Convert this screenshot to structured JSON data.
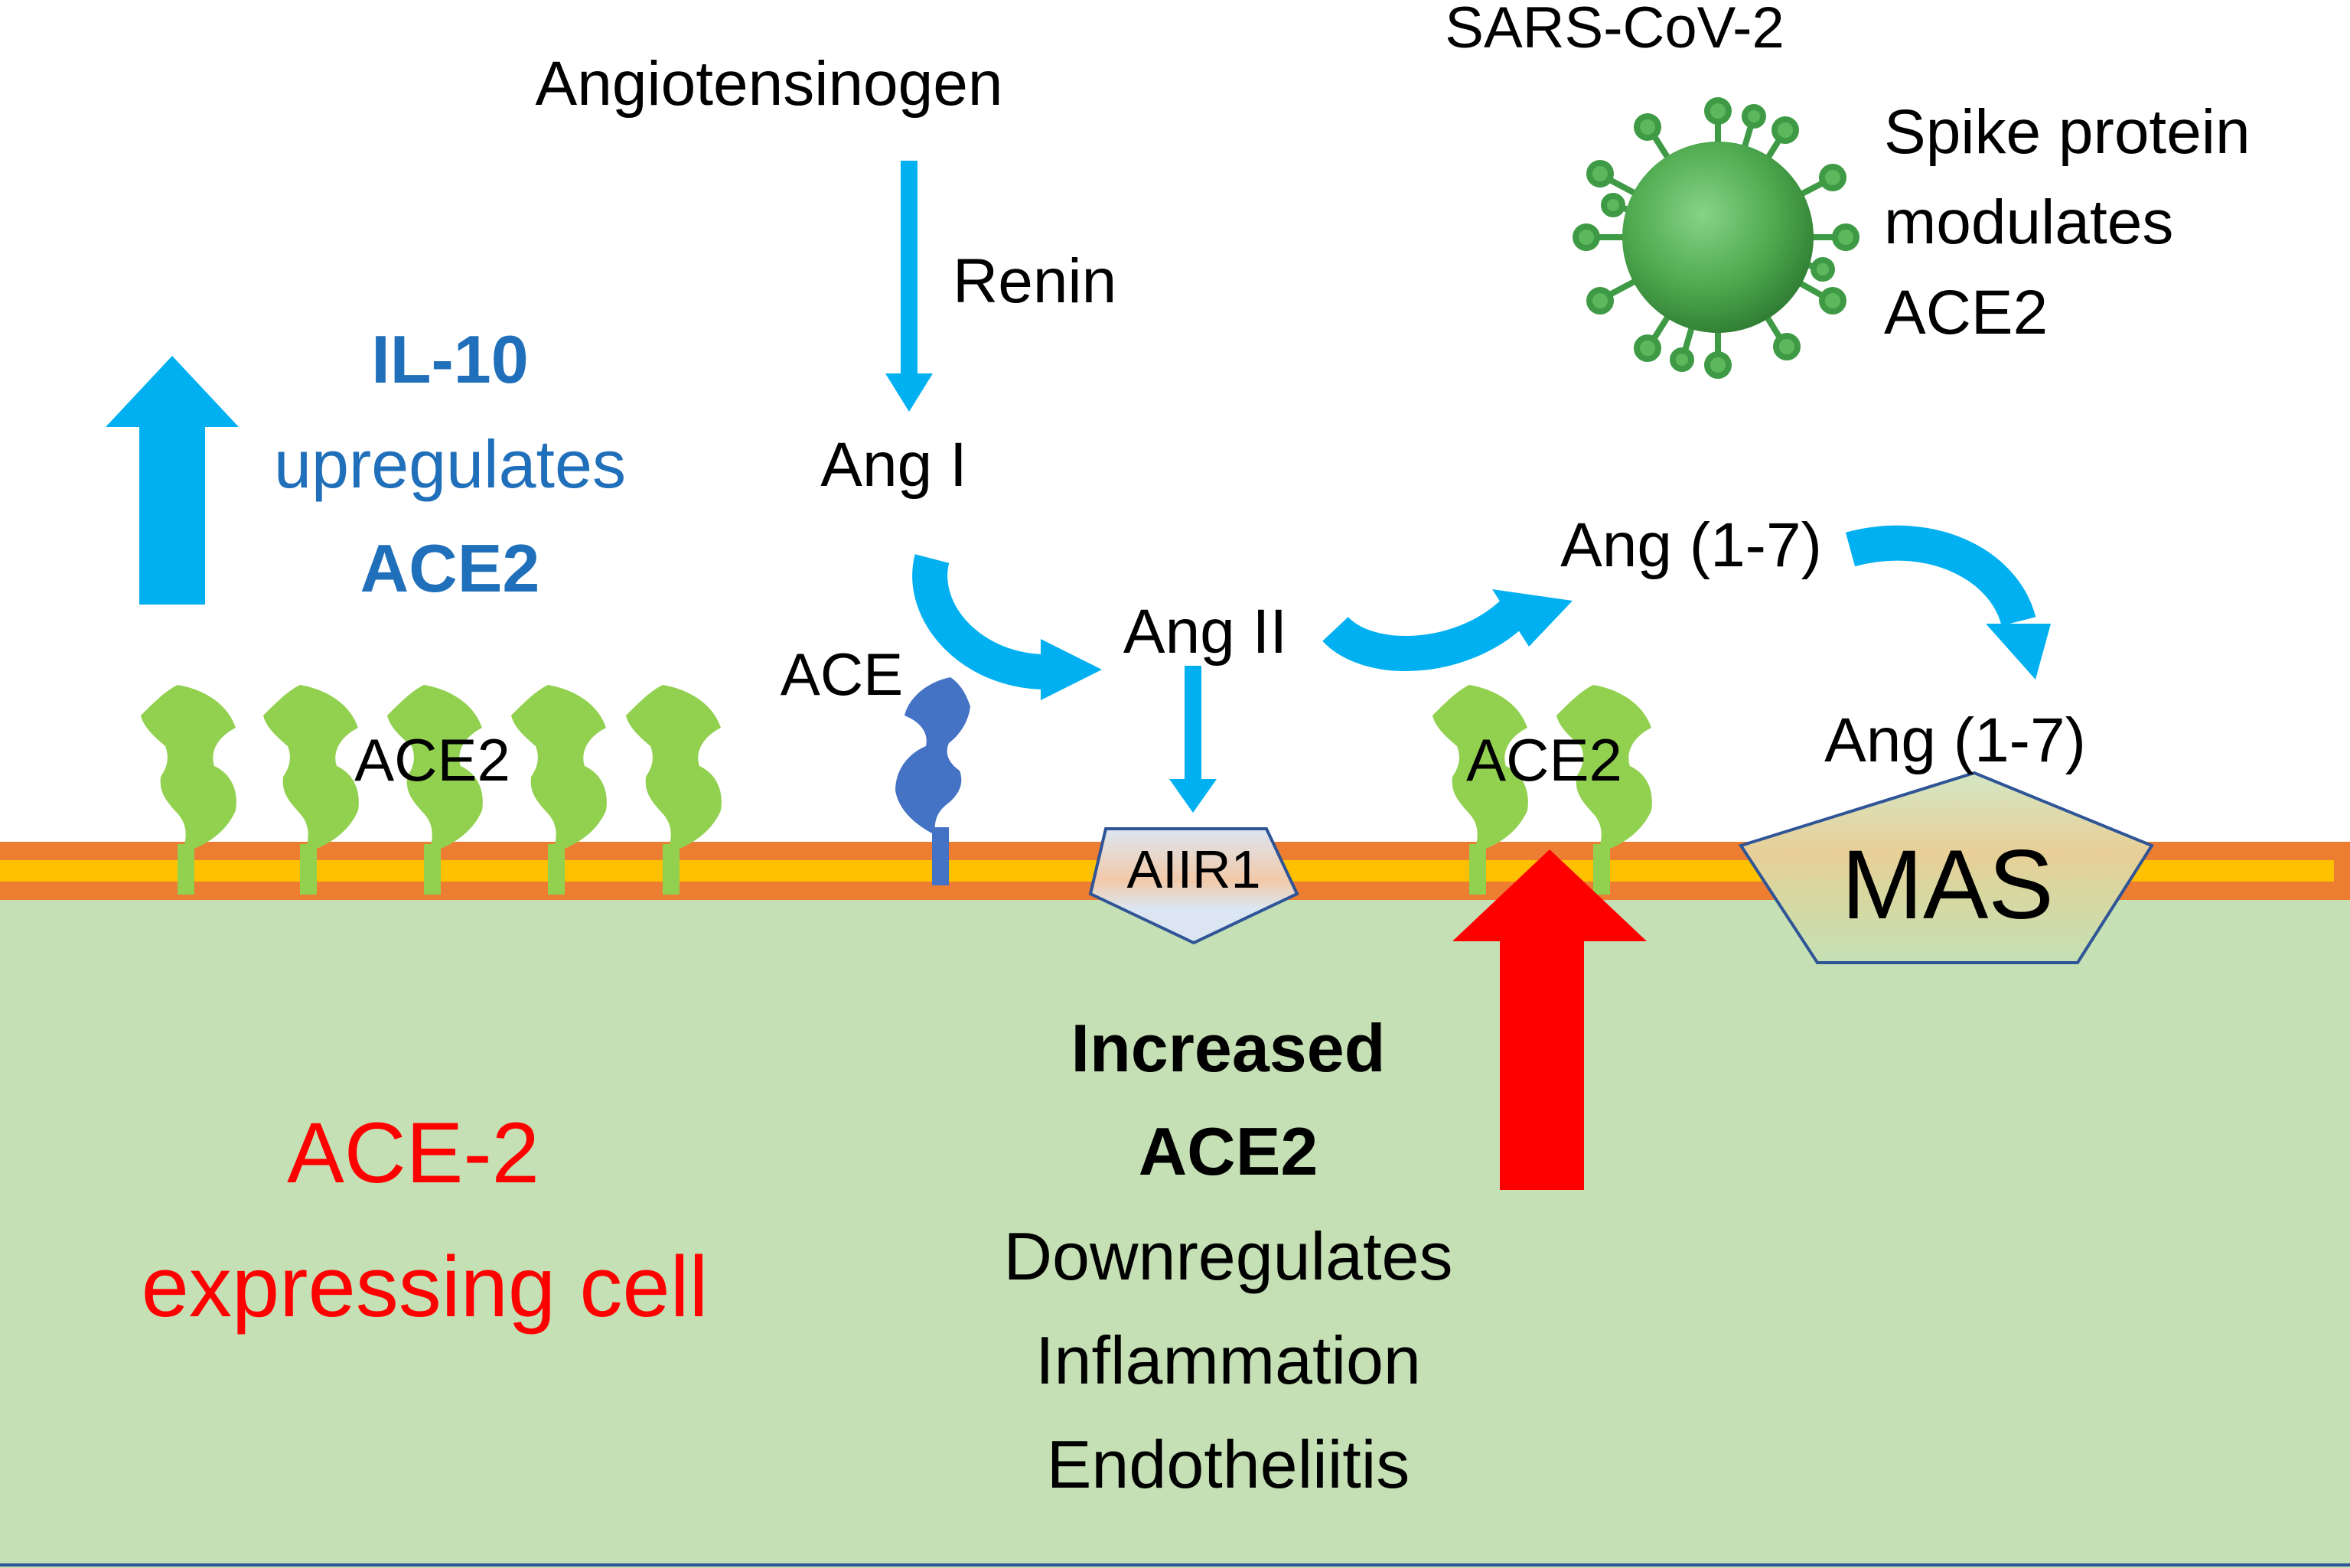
{
  "labels": {
    "angiotensinogen": "Angiotensinogen",
    "renin": "Renin",
    "ang1": "Ang I",
    "ang2": "Ang II",
    "ace": "ACE",
    "ang17_upper": "Ang (1-7)",
    "ang17_lower": "Ang (1-7)",
    "ace2_left": "ACE2",
    "ace2_right": "ACE2",
    "aiir1": "AIIR1",
    "mas": "MAS",
    "sars": "SARS-CoV-2",
    "spike_line1": "Spike protein",
    "spike_line2": "modulates",
    "spike_line3": "ACE2",
    "il10_line1": "IL-10",
    "il10_line2": "upregulates",
    "il10_line3": "ACE2",
    "cell_line1": "ACE-2",
    "cell_line2": "expressing cell",
    "effect_line1": "Increased",
    "effect_line2": "ACE2",
    "effect_line3": "Downregulates",
    "effect_line4": "Inflammation",
    "effect_line5": "Endotheliitis"
  },
  "colors": {
    "cell": "#c5e0b4",
    "membrane_outer": "#ed7d31",
    "membrane_inner": "#ffc000",
    "arrow_blue": "#00b0f0",
    "ace2_receptor": "#92d050",
    "ace_receptor": "#4472c4",
    "virus": "#4ea84e",
    "red": "#ff0000",
    "dark_blue_text": "#1f6fba",
    "receptor_outline": "#2f5597"
  },
  "icons": {
    "virus": "virus-icon",
    "ace2": "ace2-receptor-icon",
    "ace": "ace-receptor-icon"
  }
}
